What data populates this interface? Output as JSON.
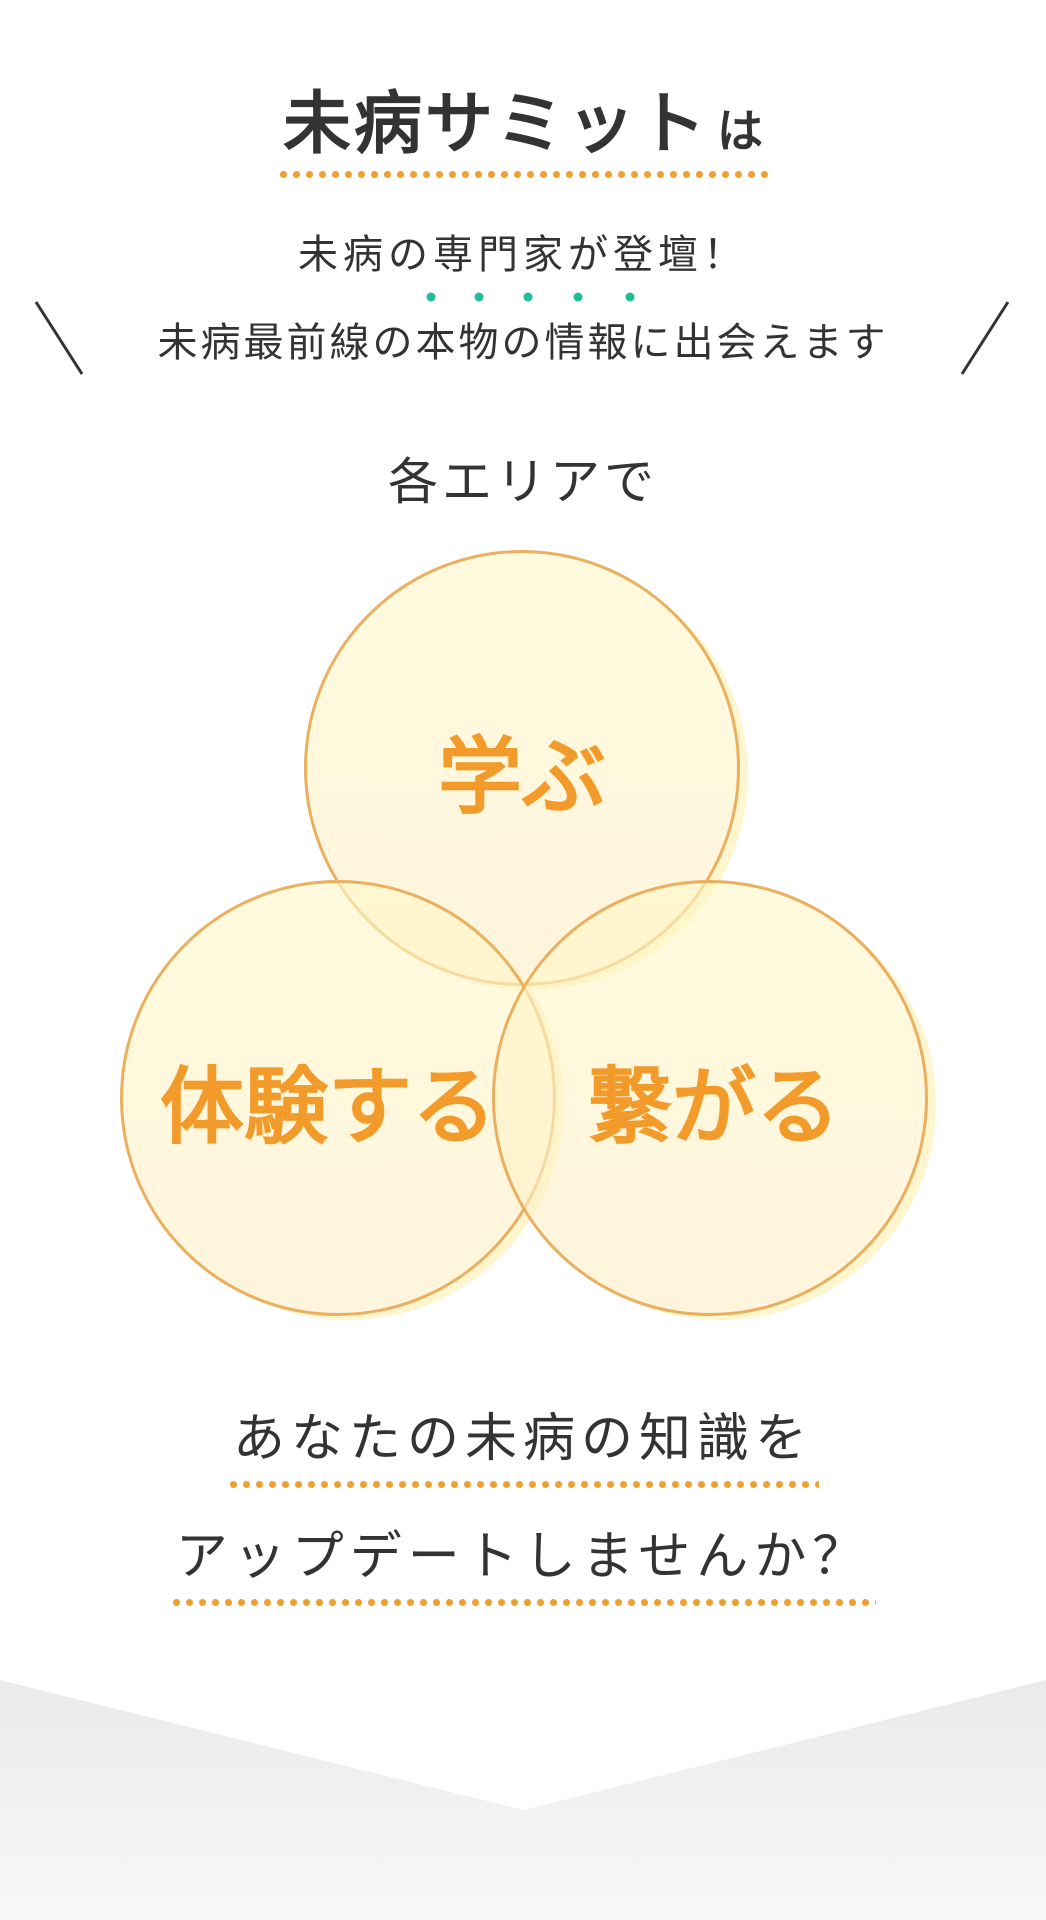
{
  "title": {
    "main": "未病サミット",
    "suffix": "は"
  },
  "subtitle": {
    "line1": "未病の専門家が登壇！",
    "line2": "未病最前線の本物の情報に出会えます"
  },
  "area_label": "各エリアで",
  "circles": {
    "learn": "学ぶ",
    "experience": "体験する",
    "connect": "繋がる"
  },
  "question": {
    "line1": "あなたの未病の知識を",
    "line2": "アップデートしませんか？"
  },
  "colors": {
    "accent": "#f29a2a",
    "emphasis_dot": "#1ebf96",
    "text": "#333333",
    "circle_border": "#eab060"
  }
}
